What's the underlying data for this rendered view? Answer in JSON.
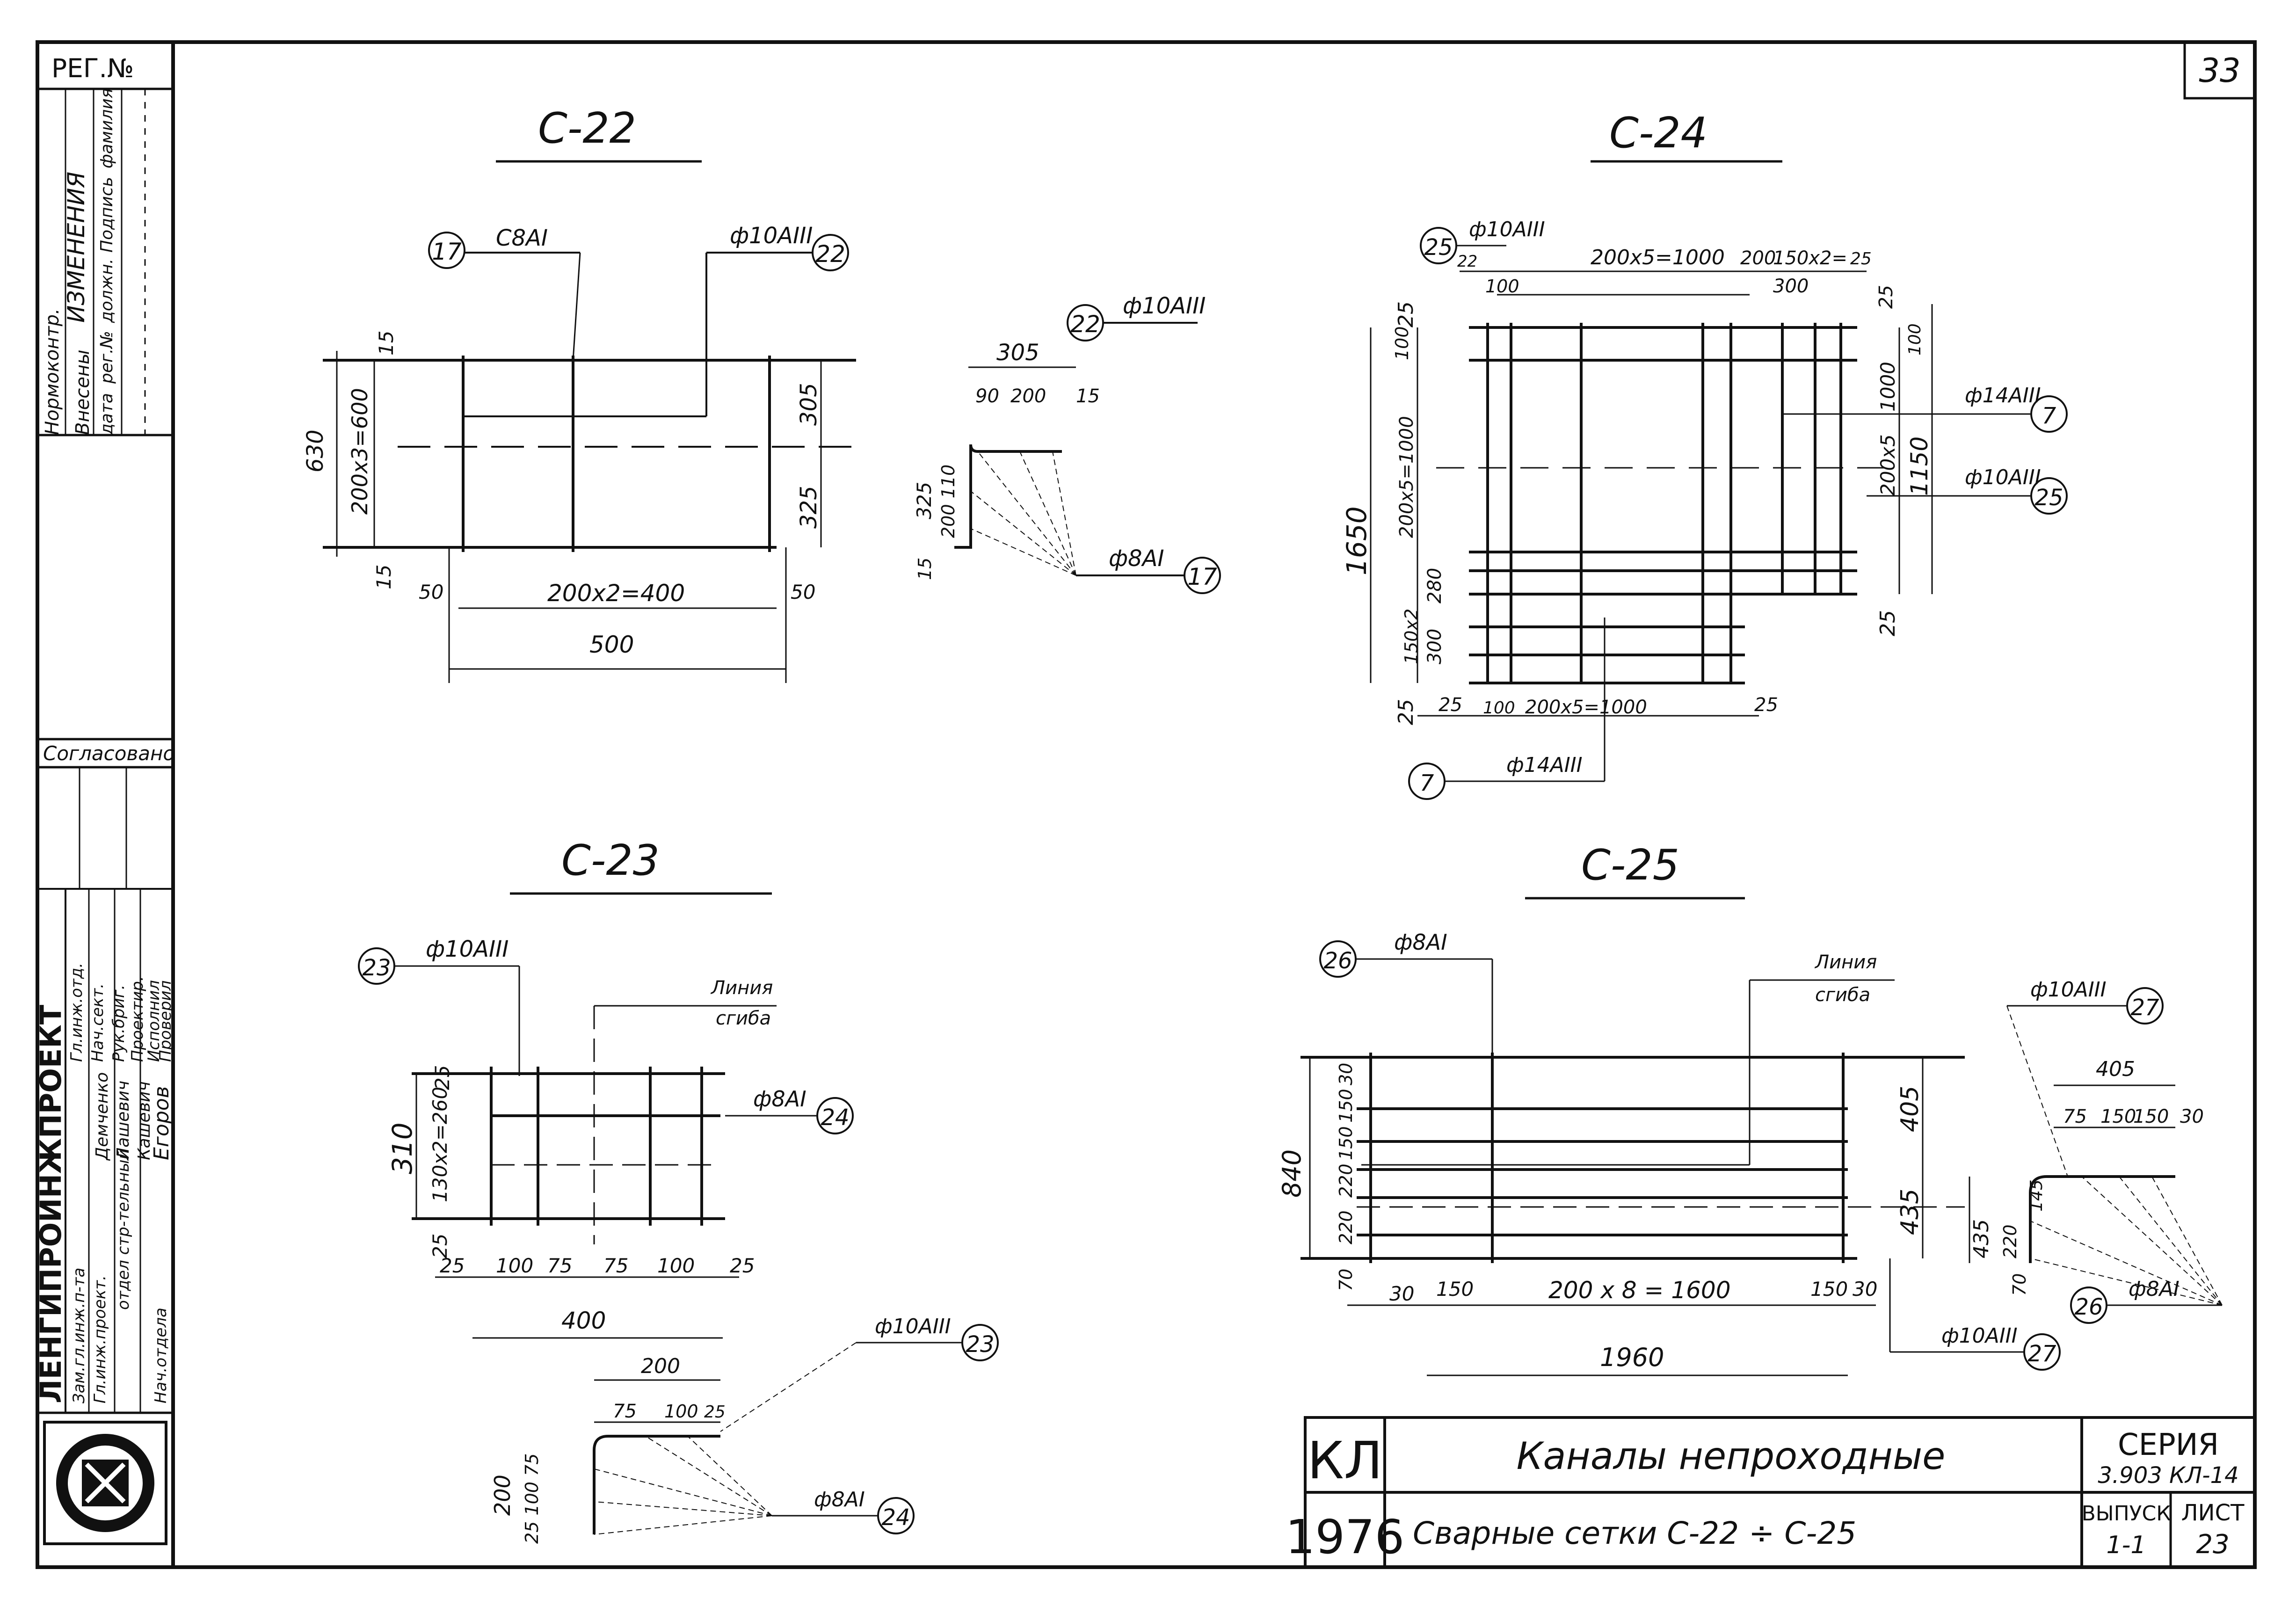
{
  "sheet": {
    "page_number": "33",
    "ink_color": "#111111",
    "paper_color": "#ffffff"
  },
  "sidebar": {
    "reg_label": "РЕГ.№",
    "changes_header": "ИЗМЕНЕНИЯ",
    "normcontrol": "Нормоконтр.",
    "vneseny": "Внесены",
    "col_date": "дата",
    "col_reg": "рег.№",
    "col_dolzhn": "должн.",
    "col_podpis": "Подпись",
    "col_familiya": "фамилия",
    "soglasovano": "Согласовано",
    "org_name": "ЛЕНГИПРОИНЖПРОЕКТ",
    "roles": [
      "Гл.инж.отд.",
      "Нач.сект.",
      "Рук.бриг.",
      "Проектир.",
      "Исполнил",
      "Проверил"
    ],
    "names": [
      "Демченко",
      "Лашевич",
      "Кашевич",
      "Егоров"
    ],
    "dept_lines": [
      "Зам.гл.инж.п-та",
      "Гл.инж.проект.",
      "отдел стр-тельный",
      "Нач.отдела"
    ]
  },
  "drawings": {
    "c22": {
      "title": "С-22",
      "bar17_num": "17",
      "bar17_label": "С8АI",
      "bar22_num": "22",
      "bar22_label": "ф10АIII",
      "dim_630": "630",
      "dim_600": "200х3=600",
      "dim_15a": "15",
      "dim_15b": "15",
      "dim_305": "305",
      "dim_325": "325",
      "dim_50a": "50",
      "dim_50b": "50",
      "dim_400": "200х2=400",
      "dim_500": "500",
      "bend_305": "305",
      "bend_90": "90",
      "bend_200": "200",
      "bend_15": "15",
      "bend_325": "325",
      "bend_200_110": "200 110",
      "bend_15b": "15",
      "bend22_label": "ф10АIII",
      "bend22_num": "22",
      "bend17_label": "ф8АI",
      "bend17_num": "17"
    },
    "c24": {
      "title": "С-24",
      "b25_num": "25",
      "b25_label": "ф10АIII",
      "top_dim": "200х5=1000",
      "top_200": "200",
      "top_150": "150х2=",
      "top_300": "300",
      "top_22": "22",
      "top_100": "100",
      "top_25": "25",
      "left_25a": "25",
      "left_100": "100",
      "left_1650": "1650",
      "left_1000": "200х5=1000",
      "left_280": "280",
      "left_300": "300",
      "left_150": "150х2",
      "left_25b": "25",
      "right_1000": "1000",
      "right_200": "200х5",
      "right_1150": "1150",
      "right_100": "100",
      "right_25a": "25",
      "right_25b": "25",
      "r7_label": "ф14АIII",
      "r7_num": "7",
      "r25_label": "ф10АIII",
      "r25_num": "25",
      "bot_25a": "25",
      "bot_100": "100",
      "bot_1000": "200х5=1000",
      "bot_25b": "25",
      "b7_num": "7",
      "b7_label": "ф14АIII"
    },
    "c23": {
      "title": "С-23",
      "b23_num": "23",
      "b23_label": "ф10АIII",
      "bend_line_1": "Линия",
      "bend_line_2": "сгиба",
      "b24_label": "ф8АI",
      "b24_num": "24",
      "dim_310": "310",
      "dim_260": "130х2=260",
      "dim_25a": "25",
      "dim_25b": "25",
      "bot_dims": [
        "25",
        "100",
        "75",
        "75",
        "100",
        "25"
      ],
      "dim_400": "400",
      "bend_200": "200",
      "bend_75": "75",
      "bend_100": "100",
      "bend_25": "25",
      "bend_left": "200",
      "bend_left2": "25 100 75",
      "bend23_label": "ф10АIII",
      "bend23_num": "23",
      "bend24_label": "ф8АI",
      "bend24_num": "24"
    },
    "c25": {
      "title": "С-25",
      "b26_num": "26",
      "b26_label": "ф8АI",
      "bend_line_1": "Линия",
      "bend_line_2": "сгиба",
      "left_dims": [
        "30",
        "150",
        "150",
        "220",
        "220",
        "70"
      ],
      "dim_840": "840",
      "dim_405": "405",
      "dim_435": "435",
      "bot_30": "30",
      "bot_150": "150",
      "bot_1600": "200 х 8 = 1600",
      "bot_150b": "150",
      "bot_30b": "30",
      "dim_1960": "1960",
      "b27_label": "ф10АIII",
      "b27_num": "27",
      "bend27_label": "ф10АIII",
      "bend27_num": "27",
      "bend_405": "405",
      "bend_75": "75",
      "bend_150a": "150",
      "bend_150b": "150",
      "bend_30": "30",
      "bend_435": "435",
      "bend_220": "220",
      "bend_145": "145",
      "bend_70": "70",
      "bend26_num": "26",
      "bend26_label": "ф8АI"
    }
  },
  "title_block": {
    "code": "КЛ",
    "year": "1976",
    "title": "Каналы  непроходные",
    "subtitle": "Сварные сетки  С-22 ÷ С-25",
    "seriya_label": "СЕРИЯ",
    "seriya_value": "3.903 КЛ-14",
    "vypusk_label": "ВЫПУСК",
    "vypusk_value": "1-1",
    "list_label": "ЛИСТ",
    "list_value": "23"
  },
  "logo": {
    "icon": "institute-emblem-icon"
  }
}
